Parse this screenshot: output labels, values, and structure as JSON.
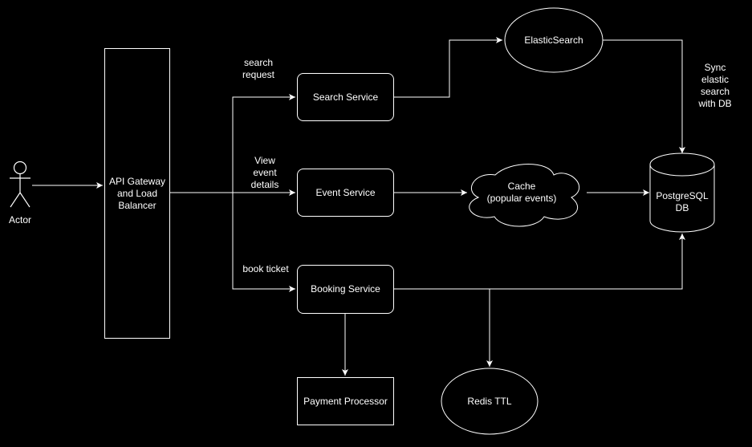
{
  "colors": {
    "background": "#000000",
    "stroke": "#ffffff",
    "text": "#ffffff"
  },
  "nodes": {
    "actor": "Actor",
    "gateway": "API Gateway and Load Balancer",
    "search_service": "Search Service",
    "event_service": "Event Service",
    "booking_service": "Booking Service",
    "elasticsearch": "ElasticSearch",
    "cache": "Cache\n(popular events)",
    "postgres": "PostgreSQL DB",
    "payment_processor": "Payment Processor",
    "redis": "Redis TTL"
  },
  "edge_labels": {
    "search_request": "search request",
    "view_event_details": "View event details",
    "book_ticket": "book ticket",
    "sync": "Sync elastic search with DB"
  }
}
